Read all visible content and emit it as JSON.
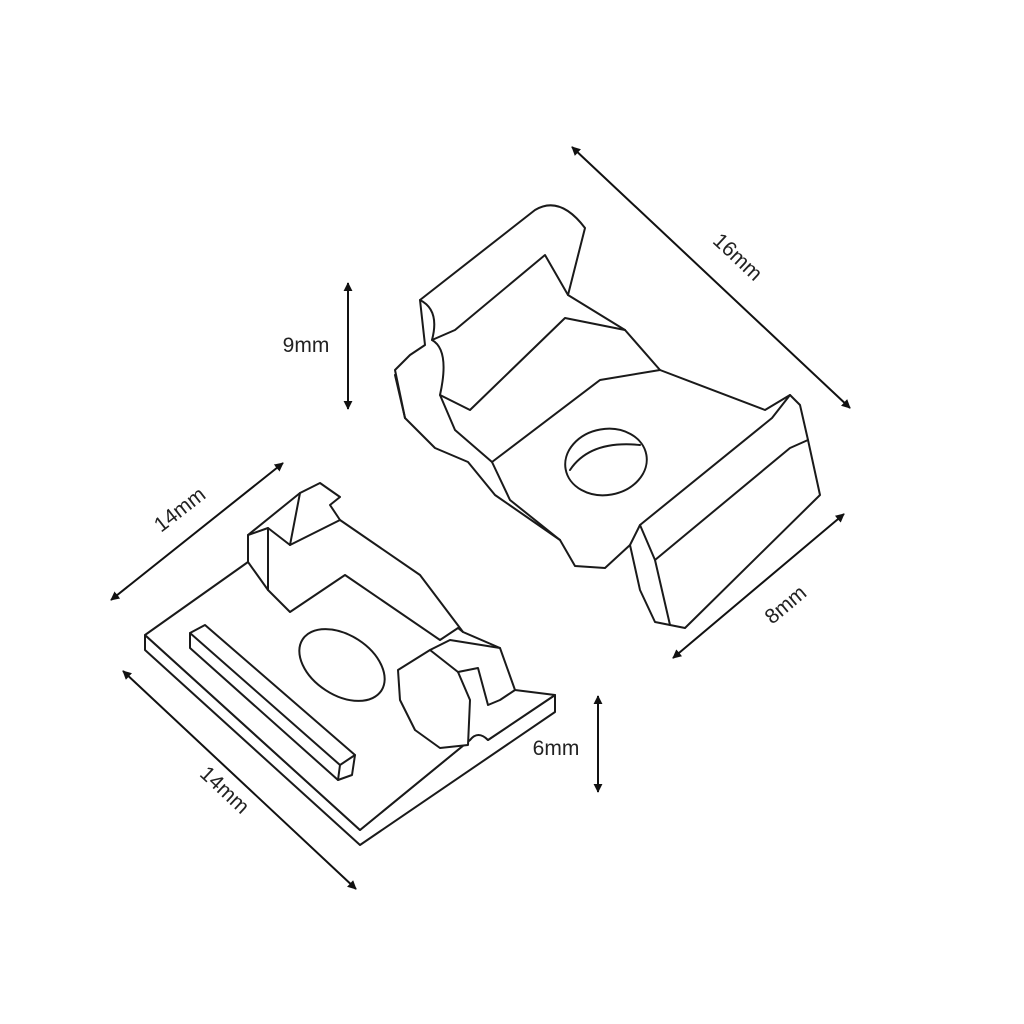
{
  "dimensions": {
    "clip_length": "16mm",
    "clip_height": "9mm",
    "clip_width": "8mm",
    "base_depth": "14mm",
    "base_length": "14mm",
    "base_height": "6mm"
  },
  "colors": {
    "line": "#1a1a1a",
    "background": "#ffffff"
  }
}
